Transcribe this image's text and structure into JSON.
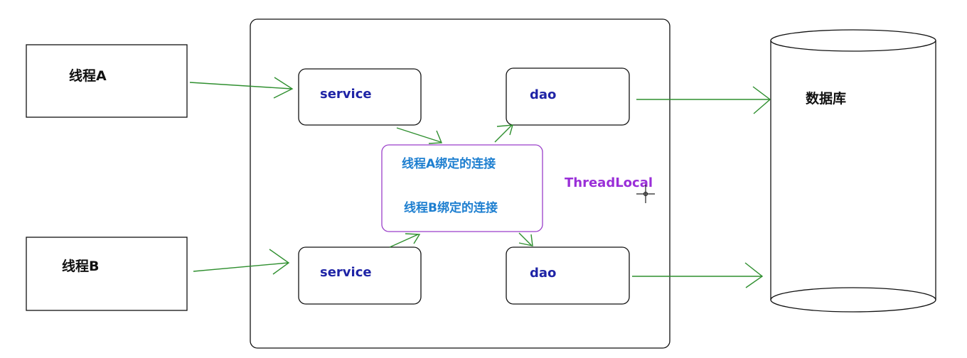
{
  "diagram": {
    "thread_a": {
      "label": "线程A"
    },
    "thread_b": {
      "label": "线程B"
    },
    "service_top": {
      "label": "service"
    },
    "service_bottom": {
      "label": "service"
    },
    "dao_top": {
      "label": "dao"
    },
    "dao_bottom": {
      "label": "dao"
    },
    "database": {
      "label": "数据库"
    },
    "threadlocal": {
      "label": "ThreadLocal",
      "connection_a": "线程A绑定的连接",
      "connection_b": "线程B绑定的连接"
    }
  },
  "colors": {
    "arrow": "#2f8f2f",
    "service_text": "#1f24a6",
    "connection_text": "#1e7fd0",
    "threadlocal_text": "#9a2fd8",
    "threadlocal_border": "#9a3fc9",
    "box_border": "#111111"
  }
}
